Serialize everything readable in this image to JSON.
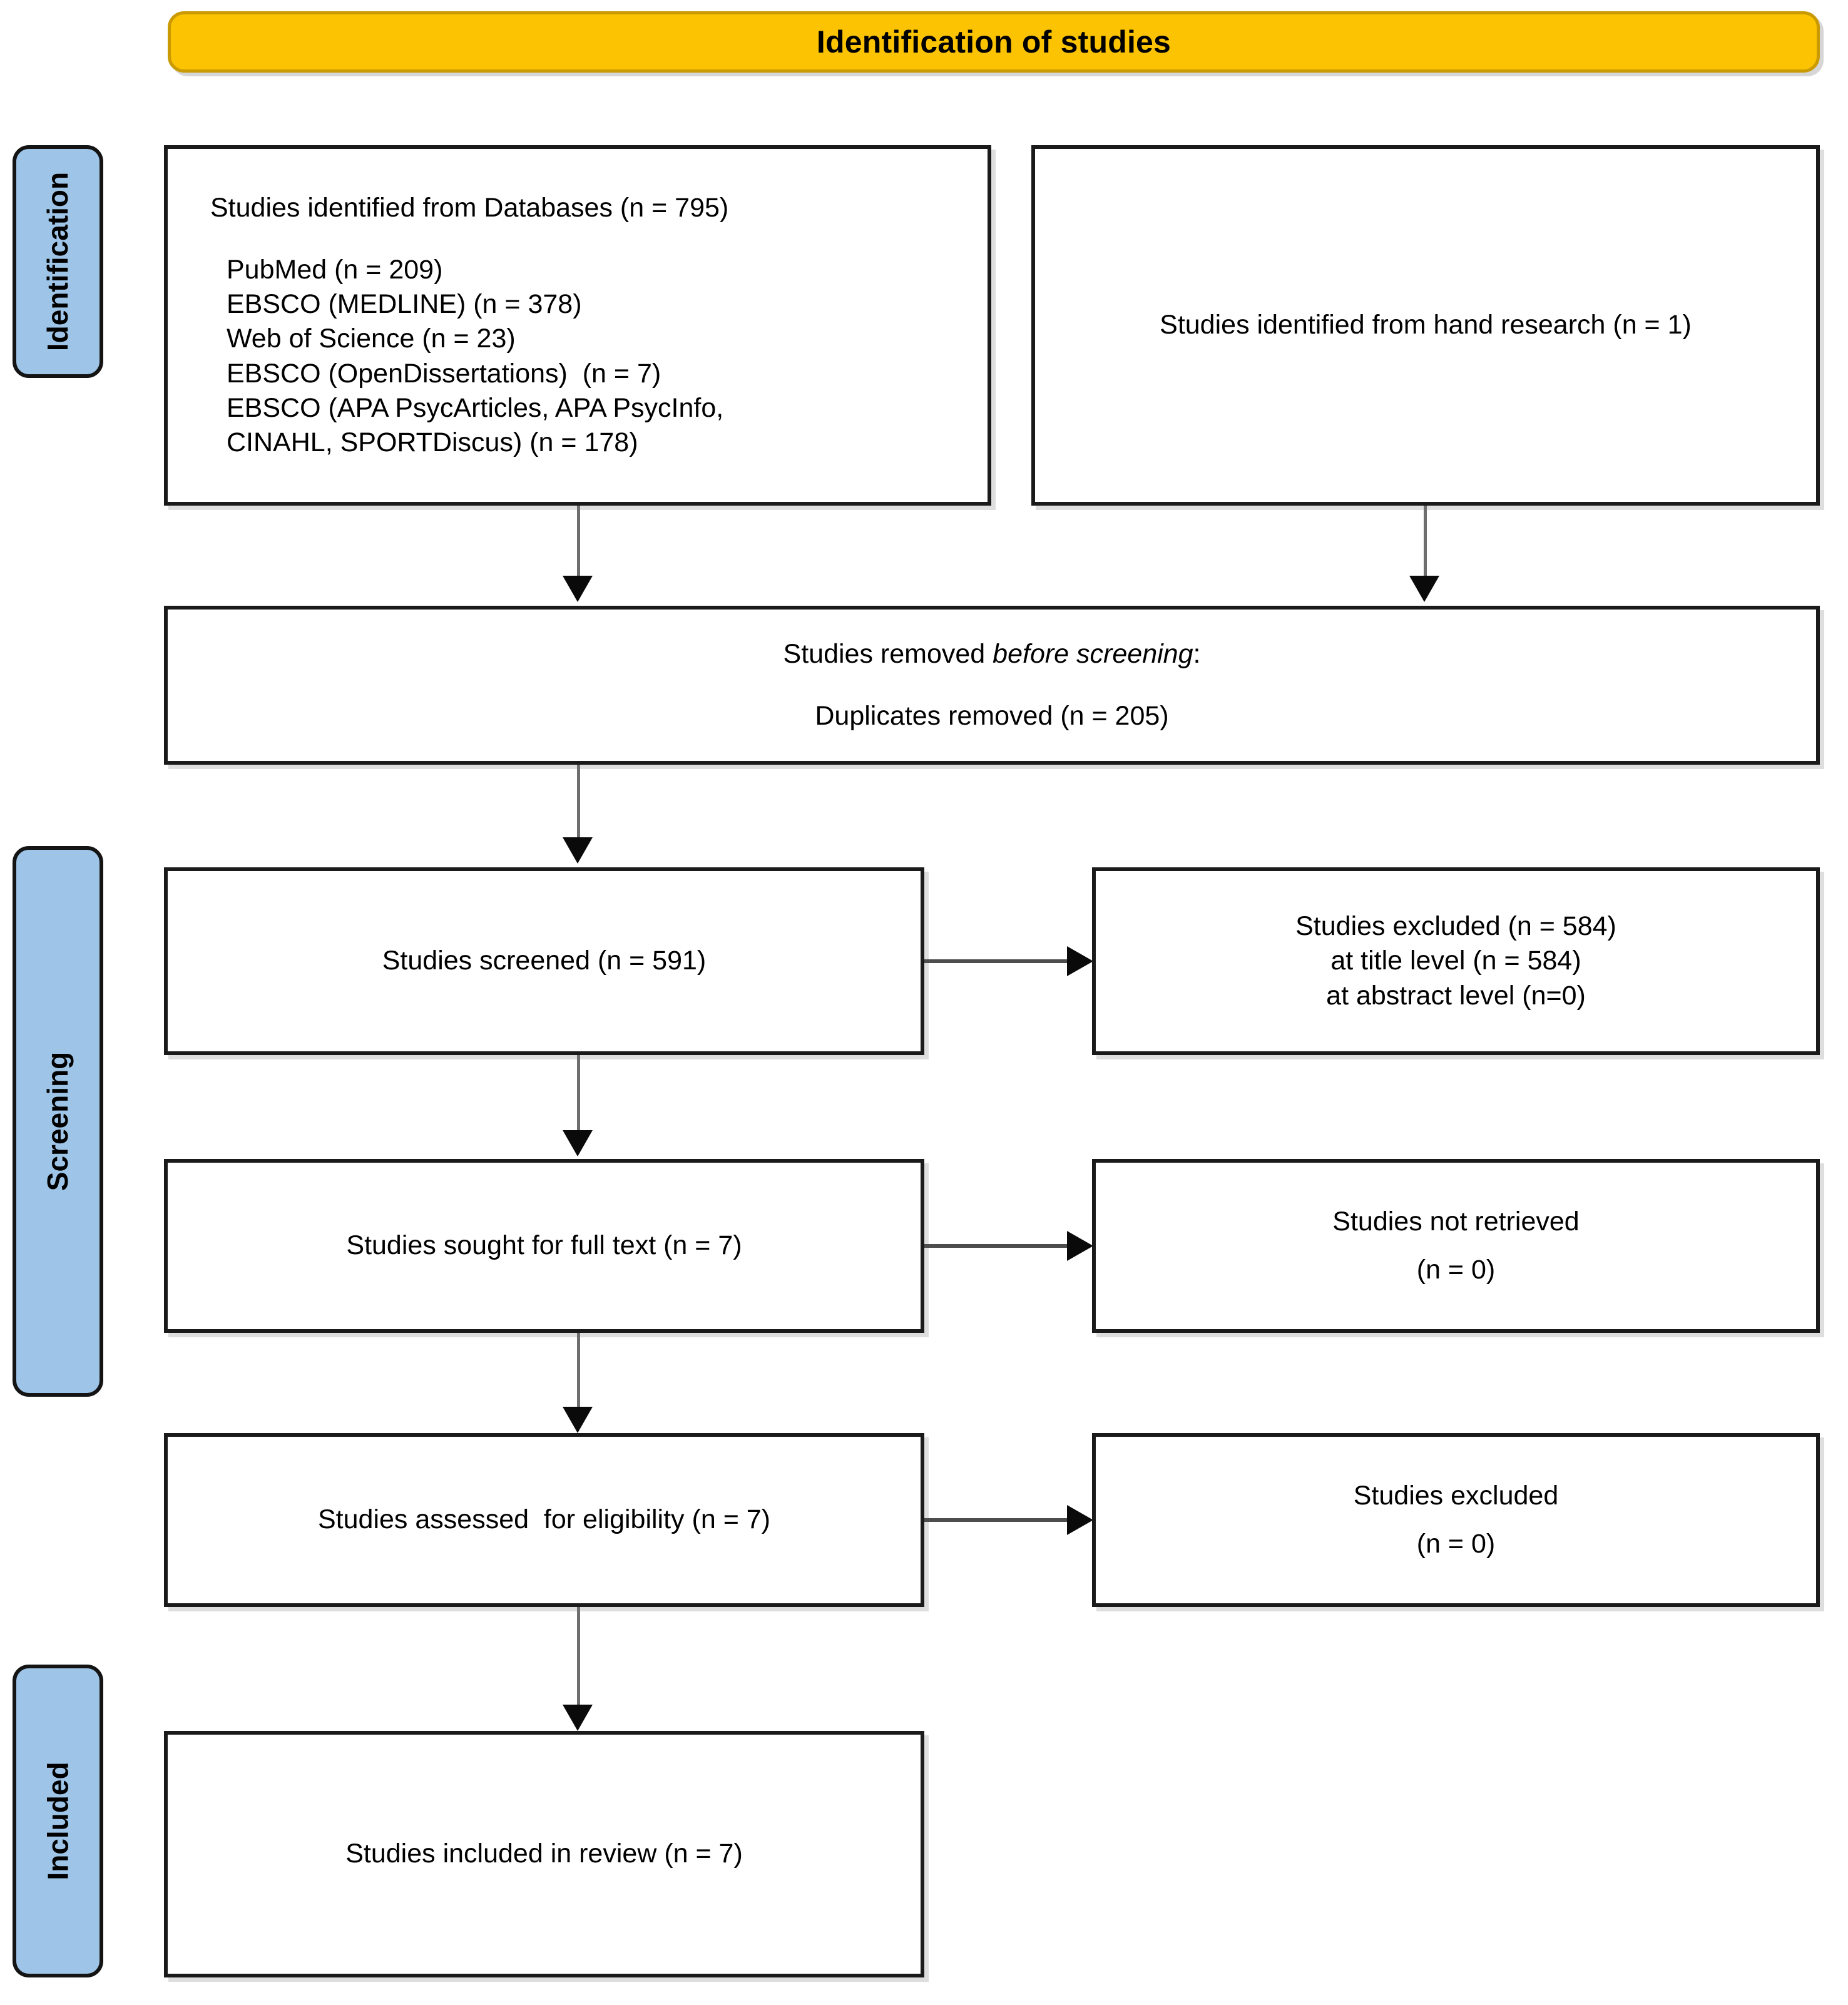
{
  "diagram": {
    "title": "Identification of studies",
    "type": "PRISMA flow diagram"
  },
  "banner": {
    "label": "Identification of studies",
    "fill_color": "#FBC302",
    "border_color": "#C99A02"
  },
  "stages": [
    {
      "id": "identification",
      "label": "Identification",
      "fill_color": "#9EC5E8"
    },
    {
      "id": "screening",
      "label": "Screening",
      "fill_color": "#9EC5E8"
    },
    {
      "id": "included",
      "label": "Included",
      "fill_color": "#9EC5E8"
    }
  ],
  "boxes": {
    "databases": {
      "heading": "Studies identified from Databases (n = 795)",
      "sources": [
        "PubMed (n = 209)",
        "EBSCO (MEDLINE) (n = 378)",
        "Web of Science (n = 23)",
        "EBSCO (OpenDissertations)  (n = 7)",
        "EBSCO (APA PsycArticles, APA PsycInfo,",
        "CINAHL, SPORTDiscus) (n = 178)"
      ]
    },
    "hand_research": {
      "label": "Studies identified from hand research (n = 1)"
    },
    "removed_before_screening": {
      "line1_prefix": "Studies removed ",
      "line1_italic": "before screening",
      "line1_suffix": ":",
      "line2": "Duplicates removed (n = 205)"
    },
    "screened": {
      "label": "Studies screened (n = 591)"
    },
    "excluded_screening": {
      "lines": [
        "Studies excluded (n = 584)",
        "at title level (n = 584)",
        "at abstract level (n=0)"
      ]
    },
    "sought_full_text": {
      "label": "Studies sought for full text (n = 7)"
    },
    "not_retrieved": {
      "lines": [
        "Studies not retrieved",
        "(n = 0)"
      ]
    },
    "assessed_eligibility": {
      "label": "Studies assessed  for eligibility (n = 7)"
    },
    "excluded_eligibility": {
      "lines": [
        "Studies excluded",
        "(n = 0)"
      ]
    },
    "included_review": {
      "label": "Studies included in review (n = 7)"
    }
  },
  "counts": {
    "databases_total": 795,
    "pubmed": 209,
    "ebsco_medline": 378,
    "web_of_science": 23,
    "ebsco_opendissertations": 7,
    "ebsco_apa_group": 178,
    "hand_research": 1,
    "duplicates_removed": 205,
    "screened": 591,
    "excluded_total": 584,
    "excluded_title_level": 584,
    "excluded_abstract_level": 0,
    "sought_full_text": 7,
    "not_retrieved": 0,
    "assessed_for_eligibility": 7,
    "excluded_at_eligibility": 0,
    "included_in_review": 7
  }
}
